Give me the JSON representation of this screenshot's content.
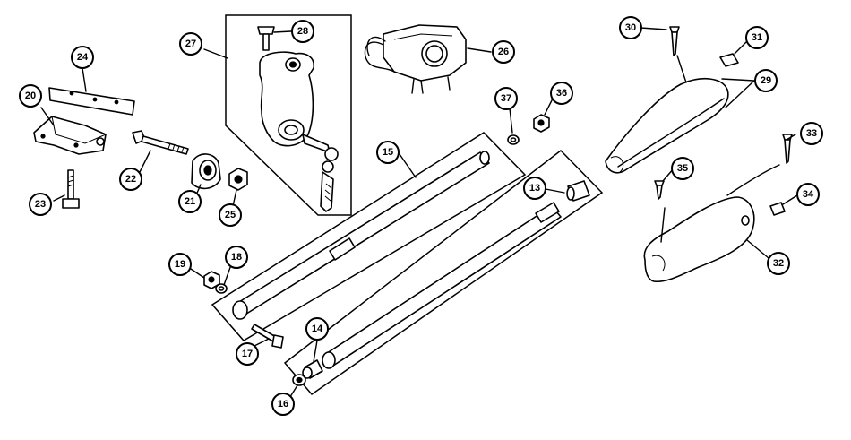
{
  "callouts": [
    {
      "id": "c13",
      "label": "13"
    },
    {
      "id": "c14",
      "label": "14"
    },
    {
      "id": "c15",
      "label": "15"
    },
    {
      "id": "c16",
      "label": "16"
    },
    {
      "id": "c17",
      "label": "17"
    },
    {
      "id": "c18",
      "label": "18"
    },
    {
      "id": "c19",
      "label": "19"
    },
    {
      "id": "c20",
      "label": "20"
    },
    {
      "id": "c21",
      "label": "21"
    },
    {
      "id": "c22",
      "label": "22"
    },
    {
      "id": "c23",
      "label": "23"
    },
    {
      "id": "c24",
      "label": "24"
    },
    {
      "id": "c25",
      "label": "25"
    },
    {
      "id": "c26",
      "label": "26"
    },
    {
      "id": "c27",
      "label": "27"
    },
    {
      "id": "c28",
      "label": "28"
    },
    {
      "id": "c29",
      "label": "29"
    },
    {
      "id": "c30",
      "label": "30"
    },
    {
      "id": "c31",
      "label": "31"
    },
    {
      "id": "c32",
      "label": "32"
    },
    {
      "id": "c33",
      "label": "33"
    },
    {
      "id": "c34",
      "label": "34"
    },
    {
      "id": "c35",
      "label": "35"
    },
    {
      "id": "c36",
      "label": "36"
    },
    {
      "id": "c37",
      "label": "37"
    }
  ]
}
